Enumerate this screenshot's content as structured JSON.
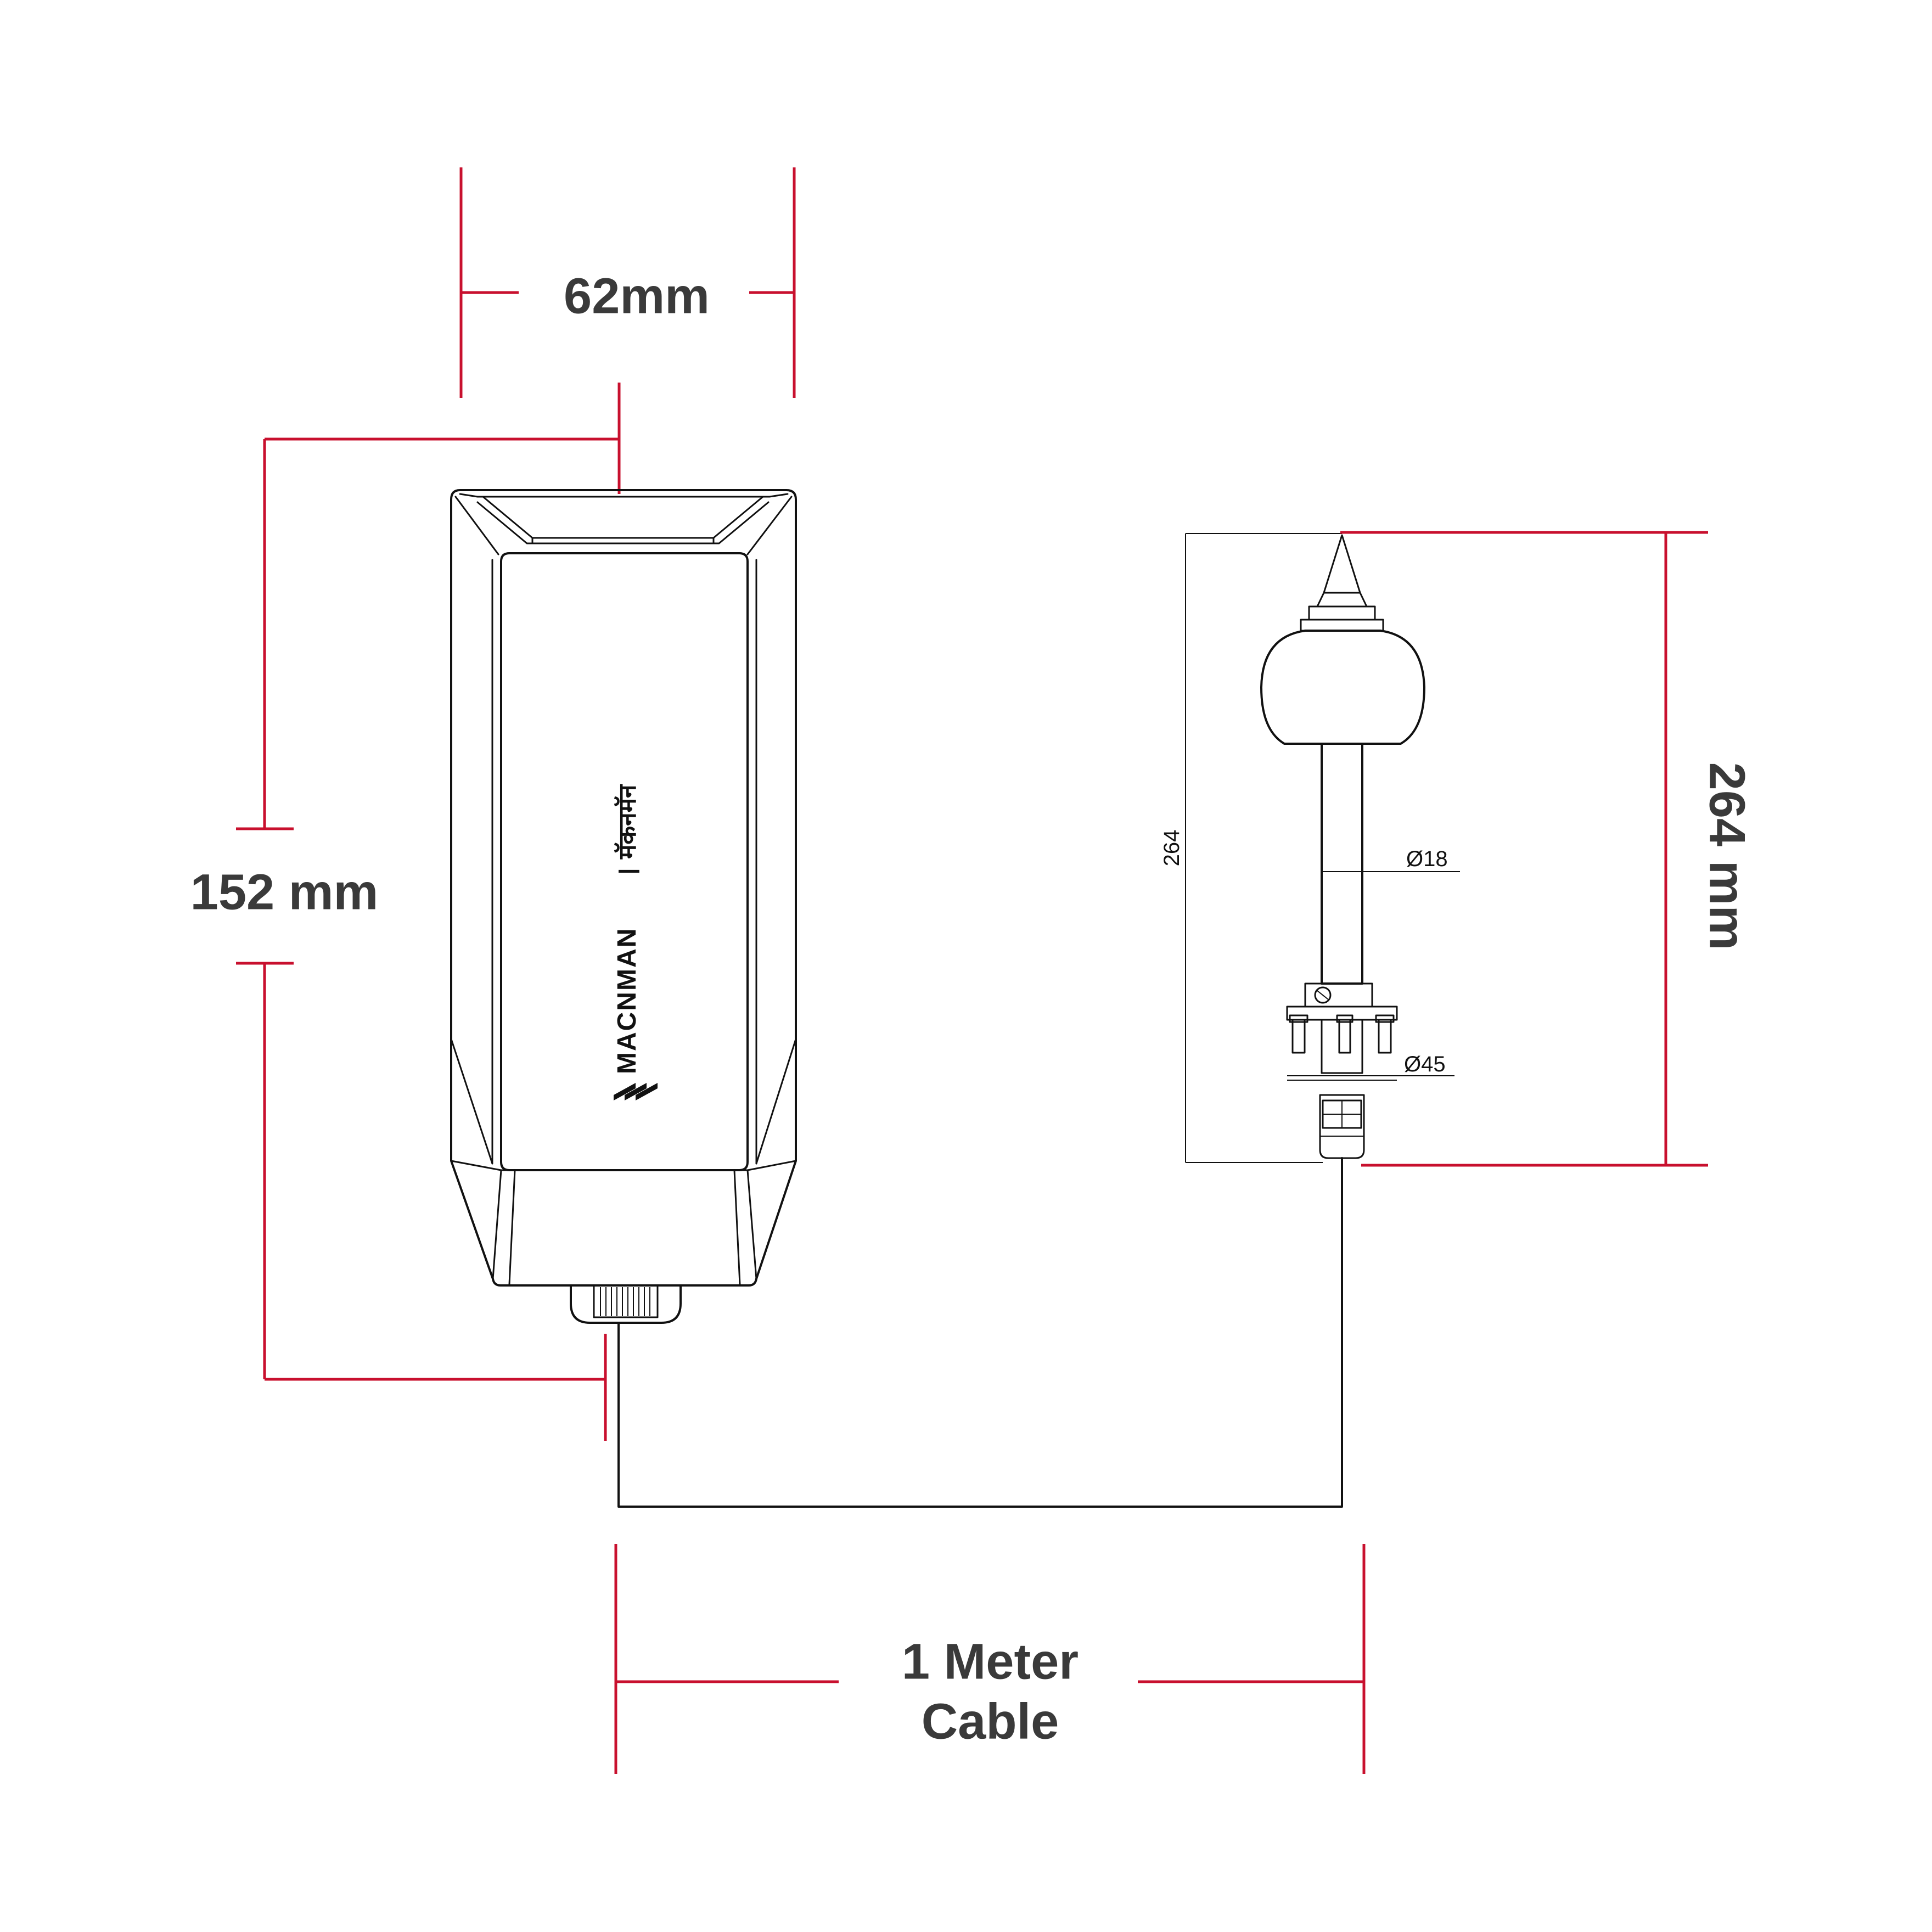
{
  "dimensions": {
    "width_label": "62mm",
    "height_label": "152 mm",
    "rod_height_label": "264 mm",
    "cable_line1": "1 Meter",
    "cable_line2": "Cable",
    "rod_small_height": "264",
    "rod_diameter": "Ø18",
    "mount_diameter": "Ø45"
  },
  "brand": {
    "name": "MACNMAN",
    "separator": "|",
    "hindi": "मॅकनमॅन"
  },
  "colors": {
    "dimension_line": "#c8102e",
    "dimension_text": "#3a3a3a",
    "outline": "#111111"
  }
}
